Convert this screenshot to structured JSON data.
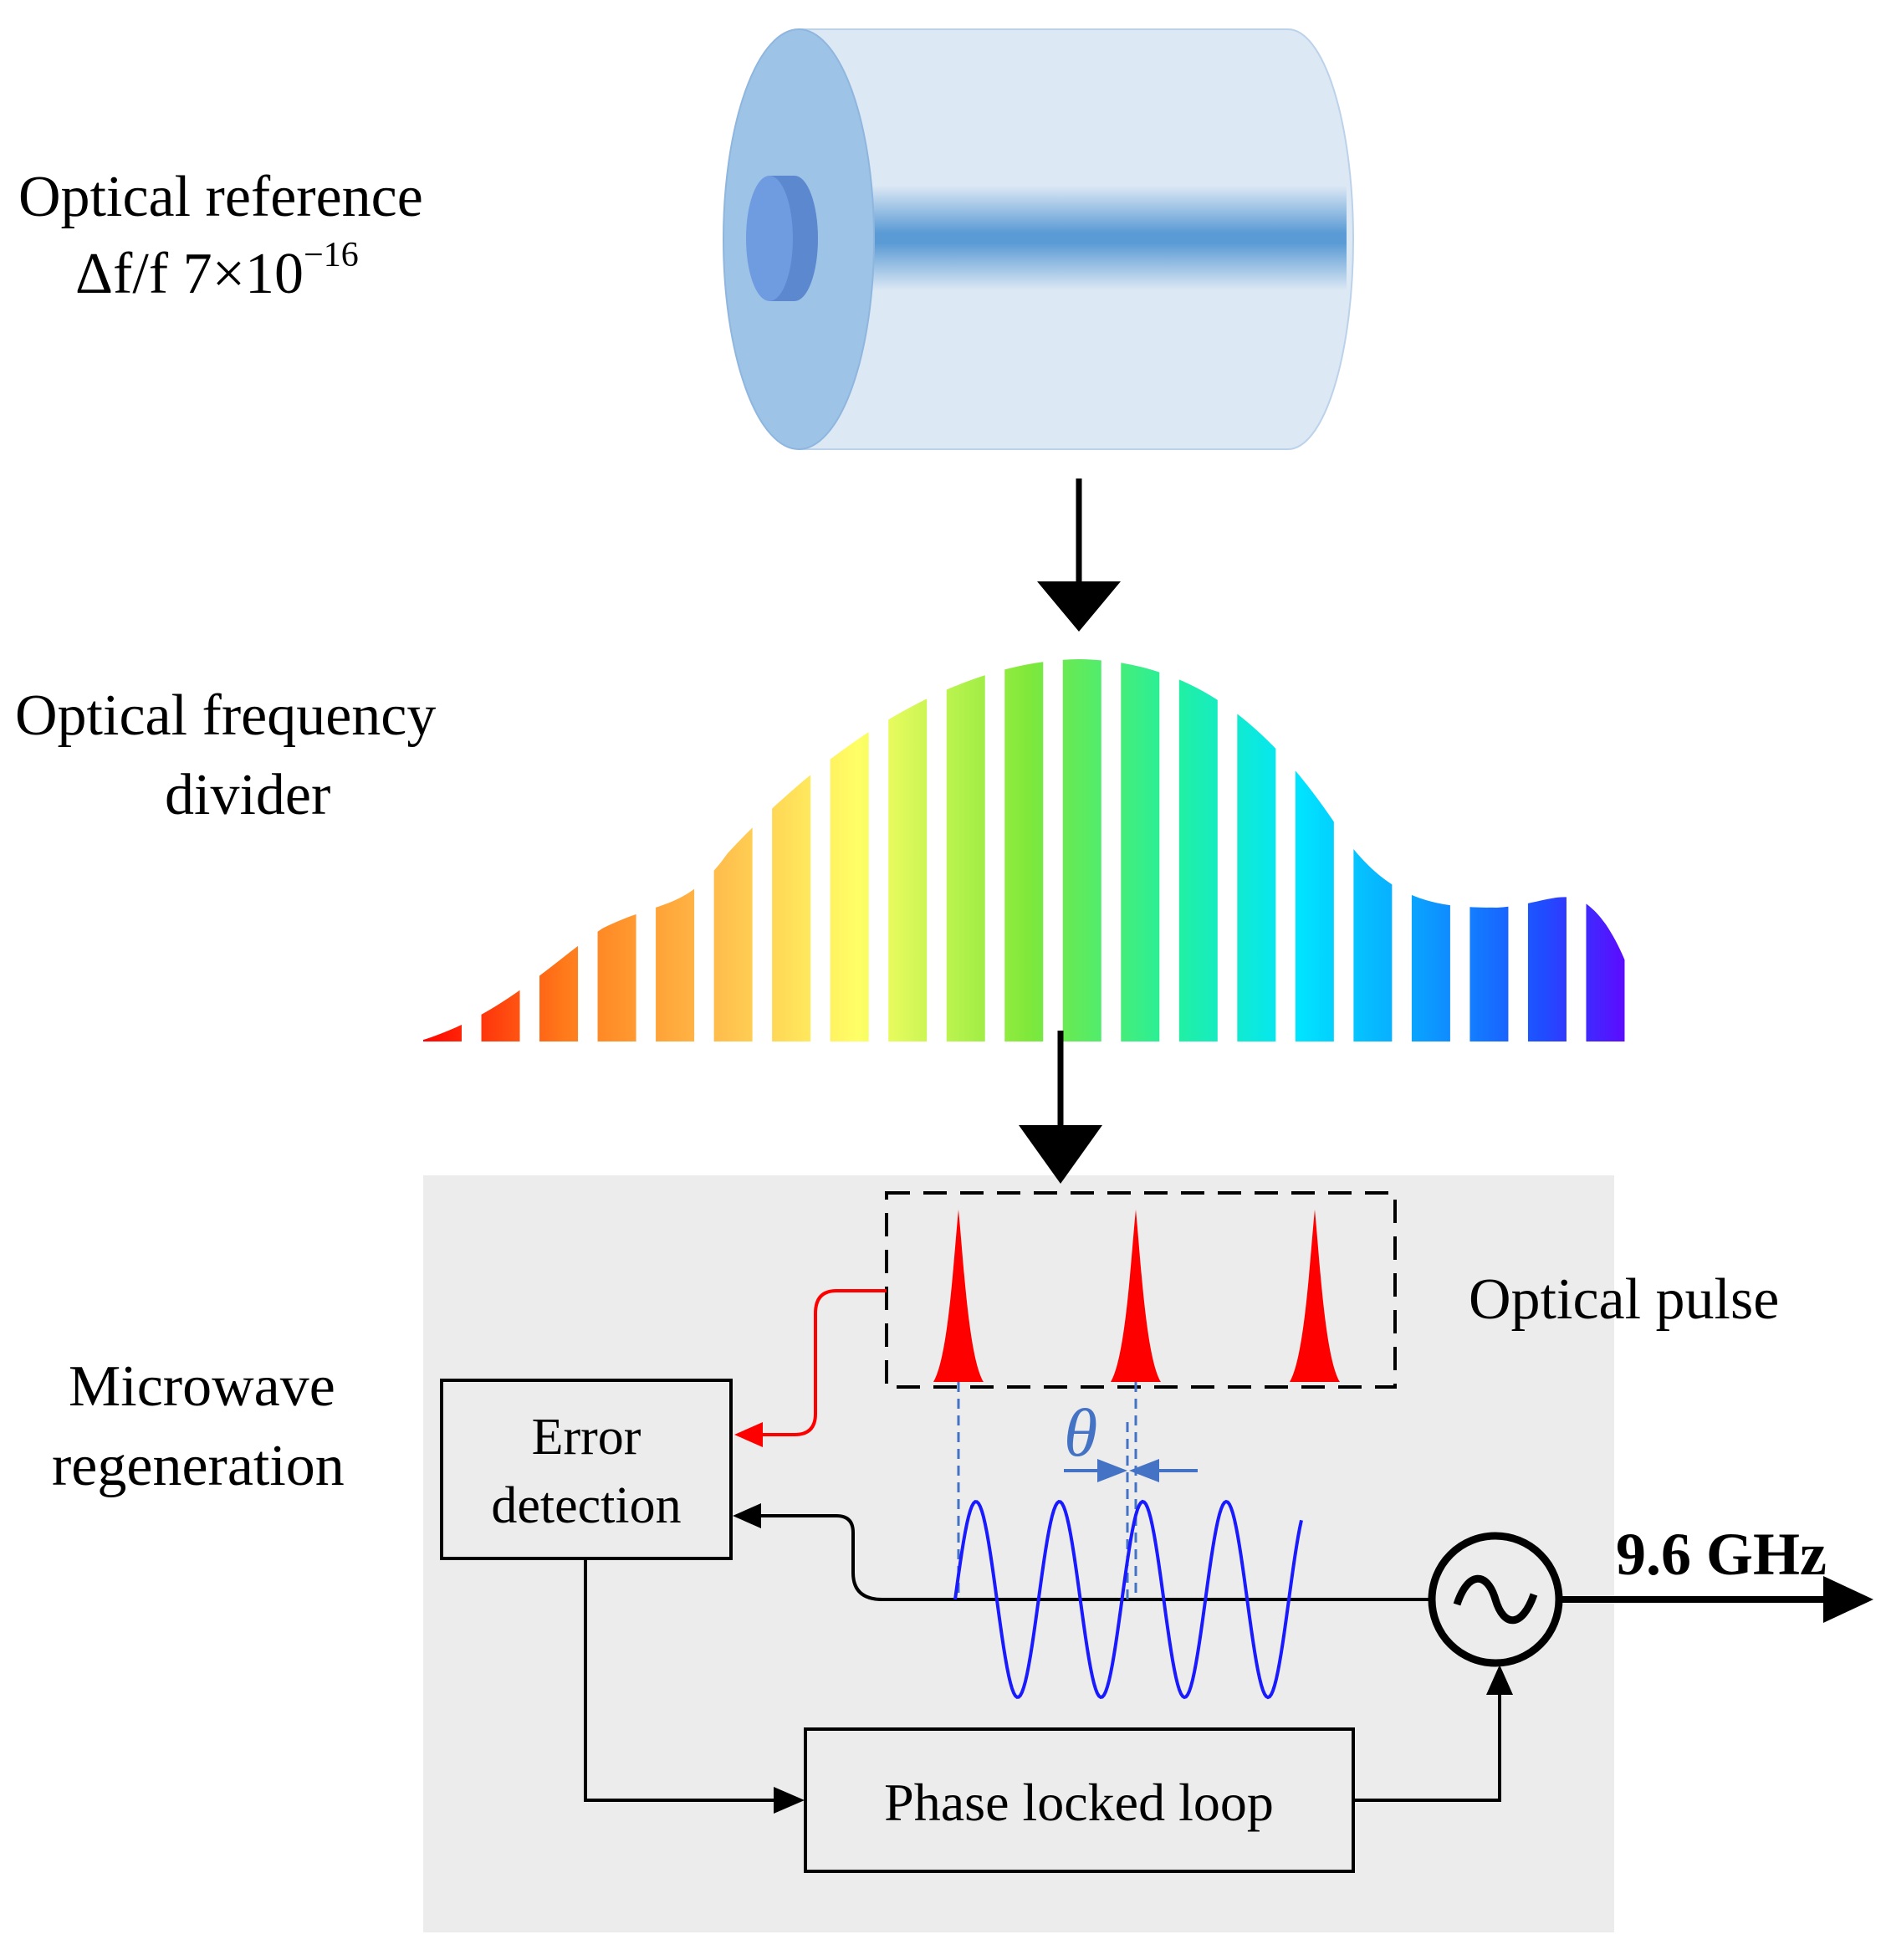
{
  "labels": {
    "optical_reference": "Optical reference",
    "stability_prefix": "Δf/f  7×10",
    "stability_exponent": "−16",
    "optical_frequency_divider_line1": "Optical frequency",
    "optical_frequency_divider_line2": "divider",
    "microwave_regeneration_line1": "Microwave",
    "microwave_regeneration_line2": "regeneration",
    "optical_pulse": "Optical pulse",
    "error_detection_line1": "Error",
    "error_detection_line2": "detection",
    "phase_locked_loop": "Phase locked loop",
    "theta": "θ",
    "output_frequency": "9.6 GHz"
  },
  "colors": {
    "cavity_face": "#9dc3e6",
    "cavity_body": "#dce8f4",
    "cavity_core": "#5b9bd5",
    "panel_bg": "#ececec",
    "pulse": "#ff0000",
    "feedback_arrow": "#ff0000",
    "sine_wave": "#1a1aff",
    "theta_marker": "#4472c4",
    "line": "#000000"
  },
  "comb": {
    "line_count": 21,
    "spectrum": "red-to-violet"
  },
  "pulses": {
    "count": 3
  },
  "sine": {
    "cycles": 4
  },
  "icons": {
    "oscillator": "sine-source-icon",
    "arrows": "down-arrow-icon"
  }
}
